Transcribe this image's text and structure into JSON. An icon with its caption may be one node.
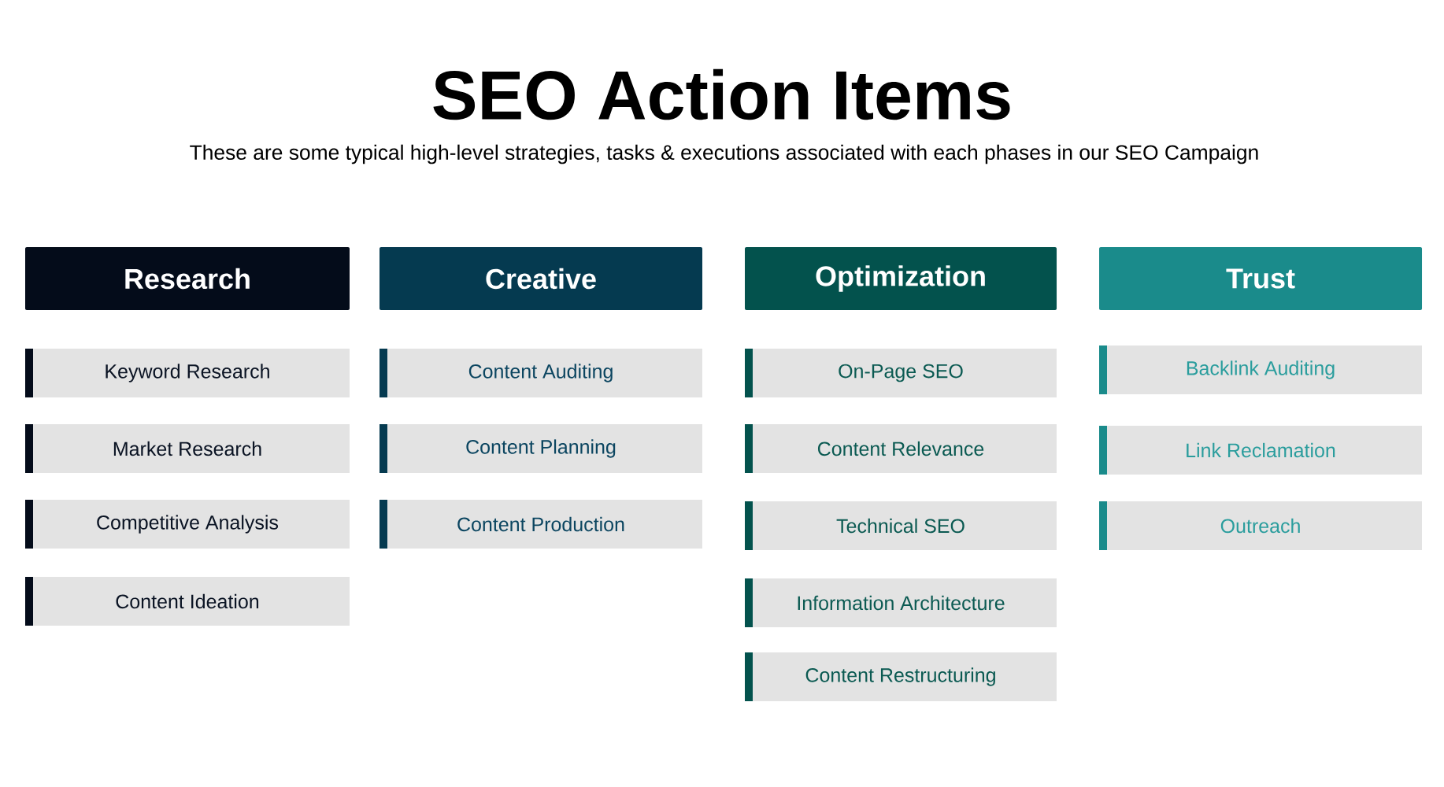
{
  "diagram": {
    "title": "SEO Action Items",
    "caption": "These are some typical high-level strategies, tasks & executions associated with each phases in our SEO Campaign",
    "nodes": [
      {
        "text": [
          "Research"
        ]
      },
      {
        "text": [
          "Keyword Research"
        ]
      },
      {
        "text": [
          "Market Research"
        ]
      },
      {
        "text": [
          "Competitive Analysis"
        ]
      },
      {
        "text": [
          "Content Ideation"
        ]
      },
      {
        "text": [
          "Creative"
        ]
      },
      {
        "text": [
          "Content Auditing"
        ]
      },
      {
        "text": [
          "Content Planning"
        ]
      },
      {
        "text": [
          "Content Production"
        ]
      },
      {
        "text": [
          "Optimization"
        ]
      },
      {
        "text": [
          "On-Page SEO"
        ]
      },
      {
        "text": [
          "Content Relevance"
        ]
      },
      {
        "text": [
          "Technical SEO"
        ]
      },
      {
        "text": [
          "Information Architecture"
        ]
      },
      {
        "text": [
          "Content Restructuring"
        ]
      },
      {
        "text": [
          "Trust"
        ]
      },
      {
        "text": [
          "Backlink Auditing"
        ]
      },
      {
        "text": [
          "Link Reclamation"
        ]
      },
      {
        "text": [
          "Outreach"
        ]
      }
    ]
  }
}
